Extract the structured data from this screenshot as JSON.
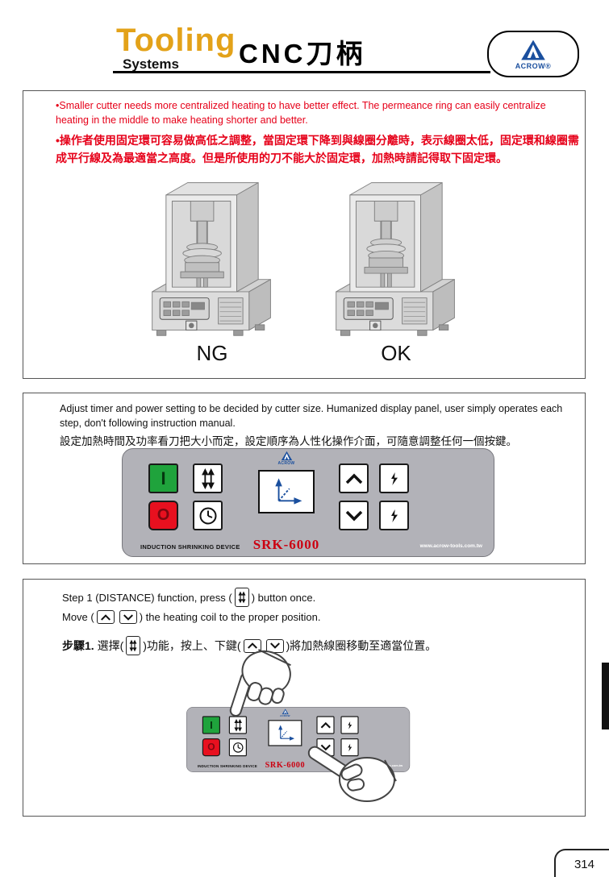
{
  "header": {
    "brand_title": "Tooling",
    "brand_subtitle": "Systems",
    "page_title": "CNC刀柄",
    "logo_text": "ACROW®"
  },
  "colors": {
    "accent_gold": "#E3A219",
    "text_red": "#E60019",
    "logo_blue": "#1A4F9E",
    "model_red": "#CC0011"
  },
  "section_permeance": {
    "en_text": "•Smaller cutter needs more centralized heating to have better effect. The permeance ring can easily centralize heating in the middle to make heating shorter and better.",
    "zh_text": "•操作者使用固定環可容易做高低之調整，當固定環下降到與線圈分離時，表示線圈太低，固定環和線圈需成平行線及為最適當之高度。但是所使用的刀不能大於固定環，加熱時請記得取下固定環。",
    "label_left": "NG",
    "label_right": "OK"
  },
  "section_panel": {
    "en_text": "Adjust timer and power setting to be decided by cutter size. Humanized display panel, user simply operates each step, don't following instruction manual.",
    "zh_text": "設定加熱時間及功率看刀把大小而定，設定順序為人性化操作介面，可隨意調整任何一個按鍵。"
  },
  "panel": {
    "logo_text": "ACROW",
    "power_on_label": "I",
    "power_off_label": "O",
    "device_label": "INDUCTION SHRINKING DEVICE",
    "model": "SRK-6000",
    "website": "www.acrow-tools.com.tw"
  },
  "section_step": {
    "en_line1_a": "Step 1 (DISTANCE) function, press (",
    "en_line1_b": ") button once.",
    "en_line2_a": "Move (",
    "en_line2_b": ") the heating coil to the proper position.",
    "zh_label": "步驟1.",
    "zh_a": " 選擇(",
    "zh_b": ")功能，按上、下鍵(",
    "zh_c": ")將加熱線圈移動至適當位置。"
  },
  "footer": {
    "page_number": "314"
  }
}
